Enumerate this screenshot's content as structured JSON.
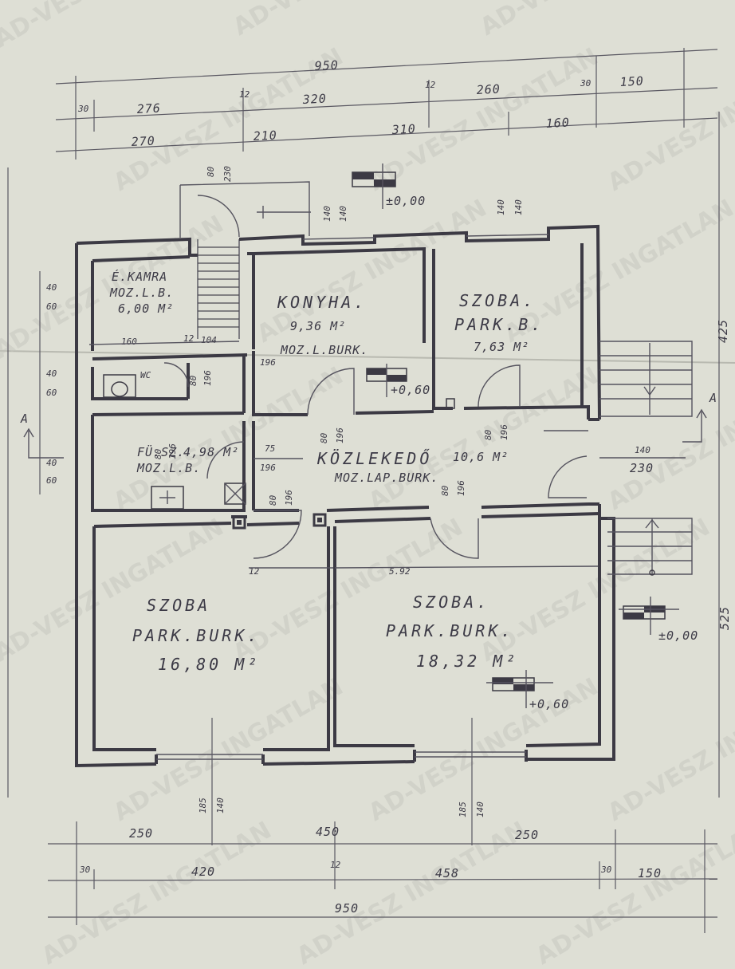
{
  "watermark": "AD-VESZ INGATLAN",
  "dimensions": {
    "top_total": "950",
    "top_row1": [
      "30",
      "276",
      "12",
      "320",
      "12",
      "260",
      "30",
      "150"
    ],
    "top_row2": [
      "270",
      "210",
      "310",
      "160"
    ],
    "bottom_row1": [
      "250",
      "450",
      "250"
    ],
    "bottom_row2": [
      "30",
      "420",
      "12",
      "458",
      "30",
      "150"
    ],
    "bottom_total": "950",
    "left_side": [
      "40",
      "60",
      "40",
      "60",
      "40",
      "60"
    ],
    "right_side": [
      "425",
      "525"
    ],
    "stair_top": [
      "80",
      "230"
    ],
    "window_top_kitchen": [
      "140",
      "140"
    ],
    "window_top_room": [
      "140",
      "140"
    ],
    "window_bottom_left": [
      "185",
      "140"
    ],
    "window_bottom_right": [
      "185",
      "140"
    ],
    "doors": [
      "80",
      "196",
      "80",
      "196",
      "80",
      "196",
      "80",
      "196",
      "80",
      "196",
      "75",
      "196",
      "80",
      "196"
    ],
    "misc": [
      "160",
      "12",
      "104",
      "196",
      "12",
      "5.92",
      "160",
      "140",
      "230"
    ]
  },
  "rooms": {
    "kamra": {
      "name": "É.KAMRA",
      "floor": "MOZ.L.B.",
      "area": "6,00 M²"
    },
    "konyha": {
      "name": "KONYHA.",
      "area": "9,36 M²",
      "floor": "MOZ.L.BURK."
    },
    "szoba_small": {
      "name": "SZOBA.",
      "floor": "PARK.B.",
      "area": "7,63 M²"
    },
    "wc": {
      "name": "WC"
    },
    "furdo": {
      "name": "FÜ.SZ.",
      "area": "4,98 M²",
      "floor": "MOZ.L.B."
    },
    "kozlekedo": {
      "name": "KÖZLEKEDŐ",
      "area": "10,6 M²",
      "floor": "MOZ.LAP.BURK."
    },
    "szoba_left": {
      "name": "SZOBA",
      "floor": "PARK.BURK.",
      "area": "16,80 M²"
    },
    "szoba_right": {
      "name": "SZOBA.",
      "floor": "PARK.BURK.",
      "area": "18,32 M²"
    }
  },
  "levels": {
    "entrance_top": "±0,00",
    "kitchen": "+0,60",
    "entrance_right": "±0,00",
    "room_right": "+0,60"
  },
  "section_markers": {
    "left": "A",
    "right": "A"
  }
}
